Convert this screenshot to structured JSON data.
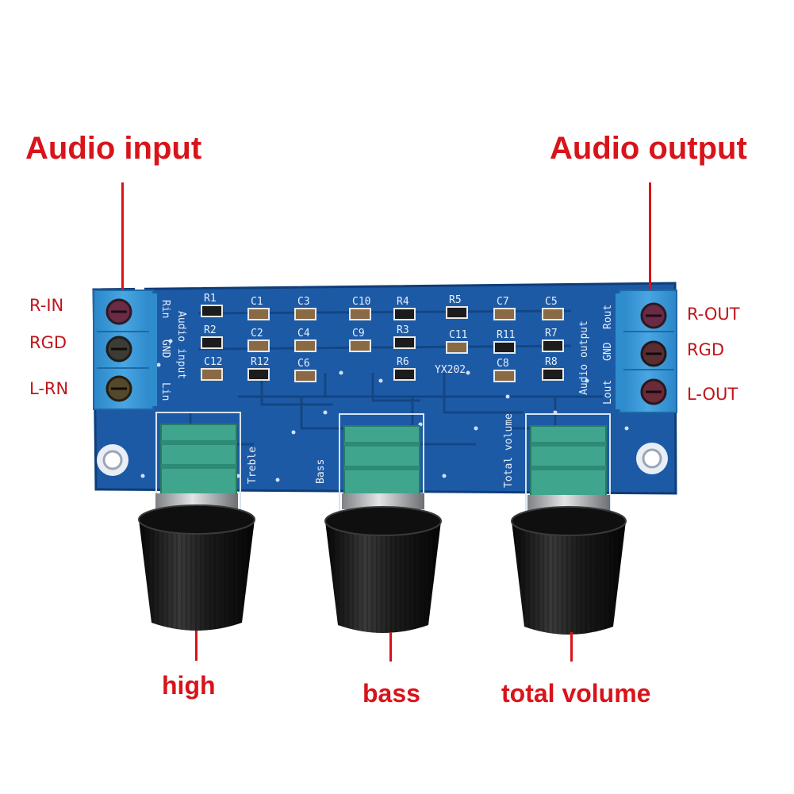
{
  "callouts": {
    "audio_input": "Audio input",
    "audio_output": "Audio output",
    "high": "high",
    "bass": "bass",
    "total_volume": "total volume"
  },
  "input_pins": [
    "R-IN",
    "RGD",
    "L-RN"
  ],
  "output_pins": [
    "R-OUT",
    "RGD",
    "L-OUT"
  ],
  "silkscreen": {
    "rin": "Rin",
    "gnd_in": "GND",
    "lin": "Lin",
    "audio_input": "Audio input",
    "rout": "Rout",
    "gnd_out": "GND",
    "lout": "Lout",
    "audio_output": "Audio output",
    "treble": "Treble",
    "bass": "Bass",
    "total_volume": "Total volume",
    "model": "YX202",
    "components": [
      "R1",
      "C1",
      "C3",
      "C10",
      "R4",
      "R5",
      "C7",
      "C5",
      "R2",
      "C2",
      "C4",
      "C9",
      "R3",
      "C11",
      "R11",
      "R7",
      "C12",
      "R12",
      "C6",
      "R6",
      "C8",
      "R8"
    ]
  },
  "colors": {
    "callout": "#d8141a",
    "pcb": "#1a4f96",
    "terminal": "#2e8fd0",
    "pot_body": "#3fa58c",
    "knob": "#161616"
  }
}
